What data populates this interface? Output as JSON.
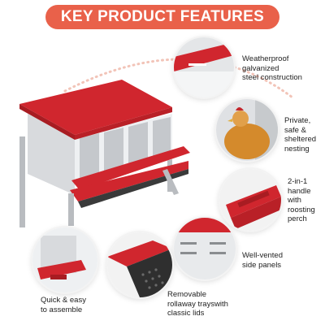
{
  "banner": {
    "title": "KEY PRODUCT FEATURES"
  },
  "colors": {
    "accent": "#e9614a",
    "red": "#d0262e",
    "steel": "#c9ccd0"
  },
  "features": [
    {
      "label": "Weatherproof\ngalvanized\nsteel construction",
      "icon": "steel-panel"
    },
    {
      "label": "Private,\nsafe &\nsheltered\nnesting",
      "icon": "hen"
    },
    {
      "label": "2-in-1\nhandle\nwith\nroosting\nperch",
      "icon": "perch-handle"
    },
    {
      "label": "Well-vented\nside panels",
      "icon": "vent-panel"
    },
    {
      "label": "Removable\nrollaway trayswith\nclassic lids",
      "icon": "rollaway-tray"
    },
    {
      "label": "Quick & easy\nto assemble",
      "icon": "assembly"
    }
  ]
}
